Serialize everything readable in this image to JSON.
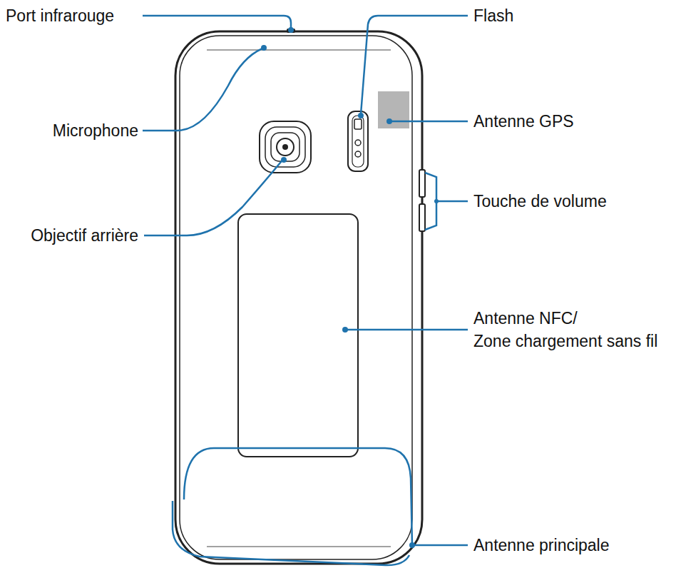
{
  "diagram": {
    "labels": [
      "Port infrarouge",
      "Microphone",
      "Objectif arrière",
      "Flash",
      "Antenne GPS",
      "Touche de volume",
      "Antenne NFC/ Zone chargement sans fil",
      "Antenne principale"
    ]
  }
}
